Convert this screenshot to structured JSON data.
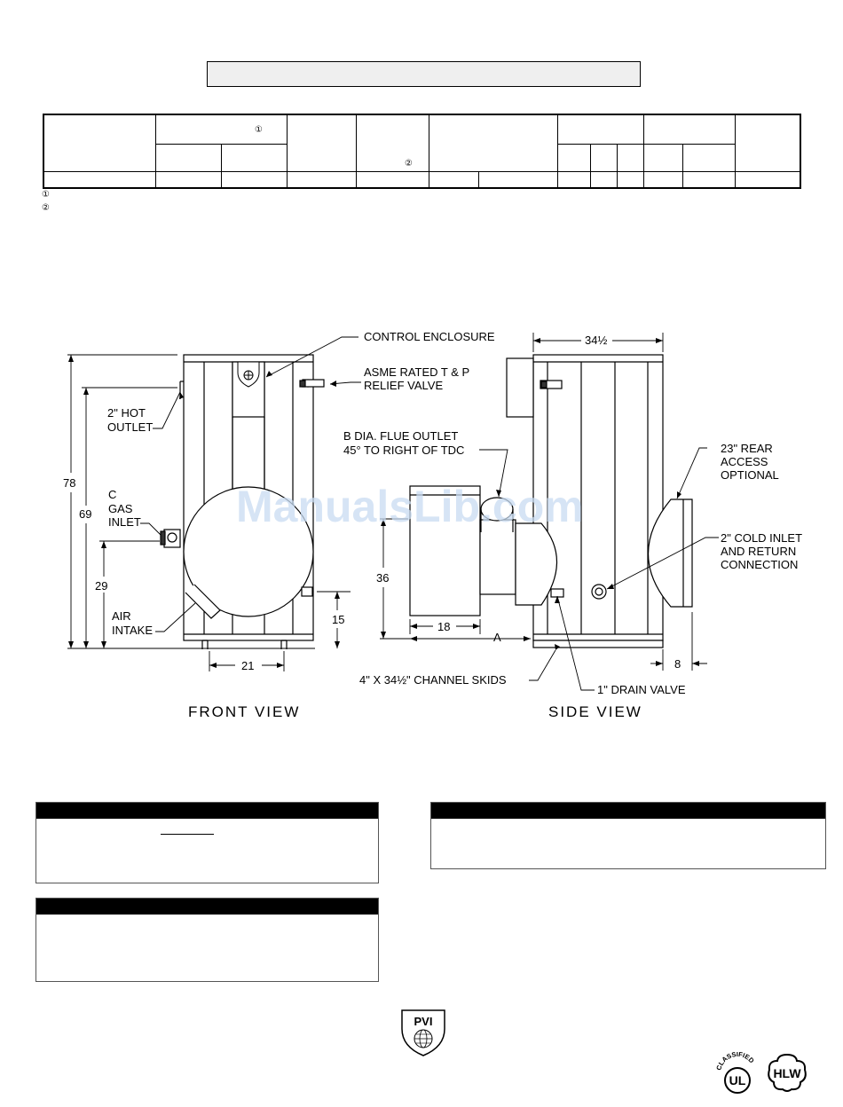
{
  "table": {
    "note_marker_1": "①",
    "note_marker_2": "②",
    "footnote_1": "①",
    "footnote_2": "②"
  },
  "diagram": {
    "front": {
      "dim_overall_height": "78",
      "dim_hot_outlet_height": "69",
      "dim_gas_inlet_height": "29",
      "dim_drain_height": "15",
      "dim_skid_width": "21",
      "label_control_enclosure": "CONTROL ENCLOSURE",
      "label_relief_valve_1": "ASME RATED T & P",
      "label_relief_valve_2": "RELIEF VALVE",
      "label_hot_outlet_1": "2\" HOT",
      "label_hot_outlet_2": "OUTLET",
      "label_gas_inlet_1": "C",
      "label_gas_inlet_2": "GAS",
      "label_gas_inlet_3": "INLET",
      "label_air_intake_1": "AIR",
      "label_air_intake_2": "INTAKE",
      "caption": "FRONT VIEW"
    },
    "side": {
      "dim_depth": "34½",
      "dim_flue_height": "36",
      "dim_burner_depth": "18",
      "dim_a": "A",
      "dim_rear": "8",
      "label_flue_1": "B DIA. FLUE OUTLET",
      "label_flue_2": "45° TO RIGHT OF TDC",
      "label_rear_access_1": "23\" REAR",
      "label_rear_access_2": "ACCESS",
      "label_rear_access_3": "OPTIONAL",
      "label_cold_inlet_1": "2\" COLD INLET",
      "label_cold_inlet_2": "AND RETURN",
      "label_cold_inlet_3": "CONNECTION",
      "label_skids": "4\" X 34½\" CHANNEL SKIDS",
      "label_drain": "1\" DRAIN VALVE",
      "caption": "SIDE VIEW"
    },
    "watermark": "ManualsLib.com"
  },
  "logos": {
    "brand": "PVI",
    "ul_top": "CLASSIFIED",
    "ul_mark": "UL",
    "hlw_mark": "HLW"
  },
  "colors": {
    "title_fill": "#efefef",
    "panel_header": "#000000",
    "watermark": "#c9dcf2"
  }
}
